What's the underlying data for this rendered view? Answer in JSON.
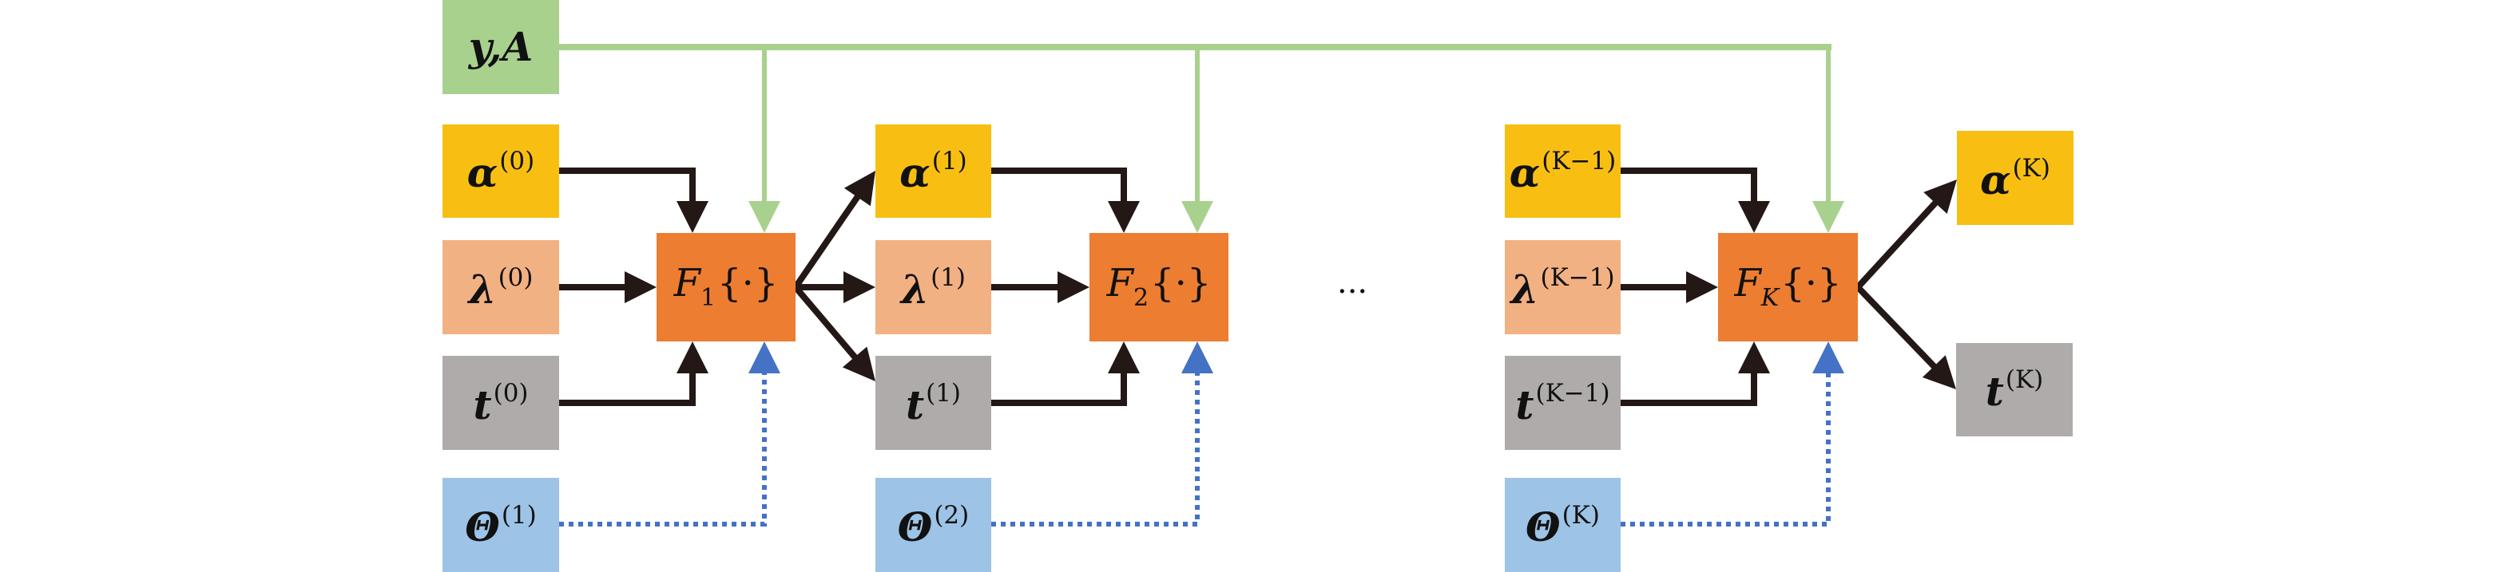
{
  "colors": {
    "measurement": "#A9D18E",
    "alpha": "#F8BF12",
    "lambda": "#F2B183",
    "t": "#AFABAB",
    "theta": "#9DC3E6",
    "function": "#ED7D31",
    "arrow": "#231815",
    "theta_arrow": "#4472C4",
    "measurement_arrow": "#A9D18E"
  },
  "measurement": {
    "symbol": "y,A"
  },
  "stages": [
    {
      "inputs": {
        "alpha": {
          "symbol": "α",
          "sup": "(0)"
        },
        "lambda": {
          "symbol": "λ",
          "sup": "(0)"
        },
        "t": {
          "symbol": "t",
          "sup": "(0)"
        }
      },
      "theta": {
        "symbol": "Θ",
        "sup": "(1)"
      },
      "function": {
        "name": "F",
        "sub": "1",
        "arg": "{·}"
      }
    },
    {
      "inputs": {
        "alpha": {
          "symbol": "α",
          "sup": "(1)"
        },
        "lambda": {
          "symbol": "λ",
          "sup": "(1)"
        },
        "t": {
          "symbol": "t",
          "sup": "(1)"
        }
      },
      "theta": {
        "symbol": "Θ",
        "sup": "(2)"
      },
      "function": {
        "name": "F",
        "sub": "2",
        "arg": "{·}"
      }
    },
    {
      "inputs": {
        "alpha": {
          "symbol": "α",
          "sup": "(K−1)"
        },
        "lambda": {
          "symbol": "λ",
          "sup": "(K−1)"
        },
        "t": {
          "symbol": "t",
          "sup": "(K−1)"
        }
      },
      "theta": {
        "symbol": "Θ",
        "sup": "(K)"
      },
      "function": {
        "name": "F",
        "sub": "K",
        "arg": "{·}"
      }
    }
  ],
  "ellipsis": "···",
  "outputs": {
    "alpha": {
      "symbol": "α",
      "sup": "(K)"
    },
    "t": {
      "symbol": "t",
      "sup": "(K)"
    }
  }
}
